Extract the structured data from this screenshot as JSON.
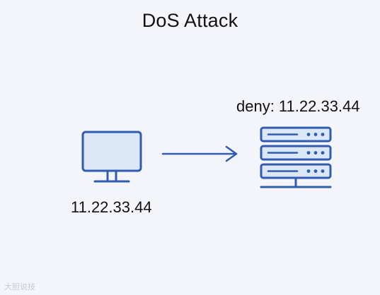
{
  "title": "DoS Attack",
  "client": {
    "ip": "11.22.33.44",
    "icon": "monitor-icon"
  },
  "server": {
    "label": "deny: 11.22.33.44",
    "icon": "server-rack-icon"
  },
  "connection": {
    "icon": "arrow-right-icon"
  },
  "colors": {
    "background": "#f4f5fa",
    "icon_stroke": "#2f5bb0",
    "icon_fill": "#dbe6f7",
    "text": "#111111"
  },
  "watermark": "大胆说技"
}
